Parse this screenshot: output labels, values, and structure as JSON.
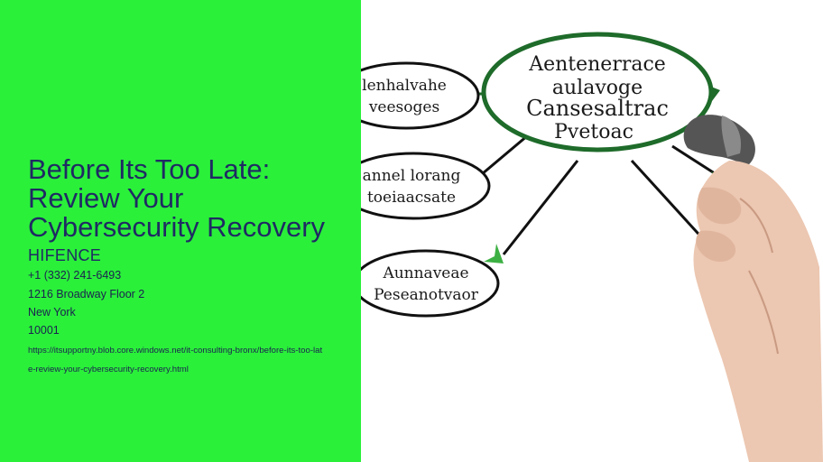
{
  "page": {
    "title": "Before Its Too Late: Review Your Cybersecurity Recovery",
    "company": "HIFENCE",
    "phone": "+1 (332) 241-6493",
    "street": "1216 Broadway Floor 2",
    "city": "New York",
    "zip": "10001",
    "url": "https://itsupportny.blob.core.windows.net/it-consulting-bronx/before-its-too-late-review-your-cybersecurity-recovery.html"
  },
  "colors": {
    "left_panel_bg": "#2af03a",
    "title_text": "#1f2a63",
    "diagram_green": "#1e6b2a",
    "arrow_green": "#3cb043"
  },
  "illustration": {
    "center_node": {
      "lines": [
        "Aentenerrace",
        "aulavoge",
        "Cansesaltrac",
        "Pvetoac"
      ]
    },
    "nodes": [
      {
        "lines": [
          "lenhalvahe",
          "veesoges"
        ]
      },
      {
        "lines": [
          "annel lorang",
          "toeiaacsate"
        ]
      },
      {
        "lines": [
          "Aunnaveae",
          "Peseanotvaor"
        ]
      }
    ]
  }
}
